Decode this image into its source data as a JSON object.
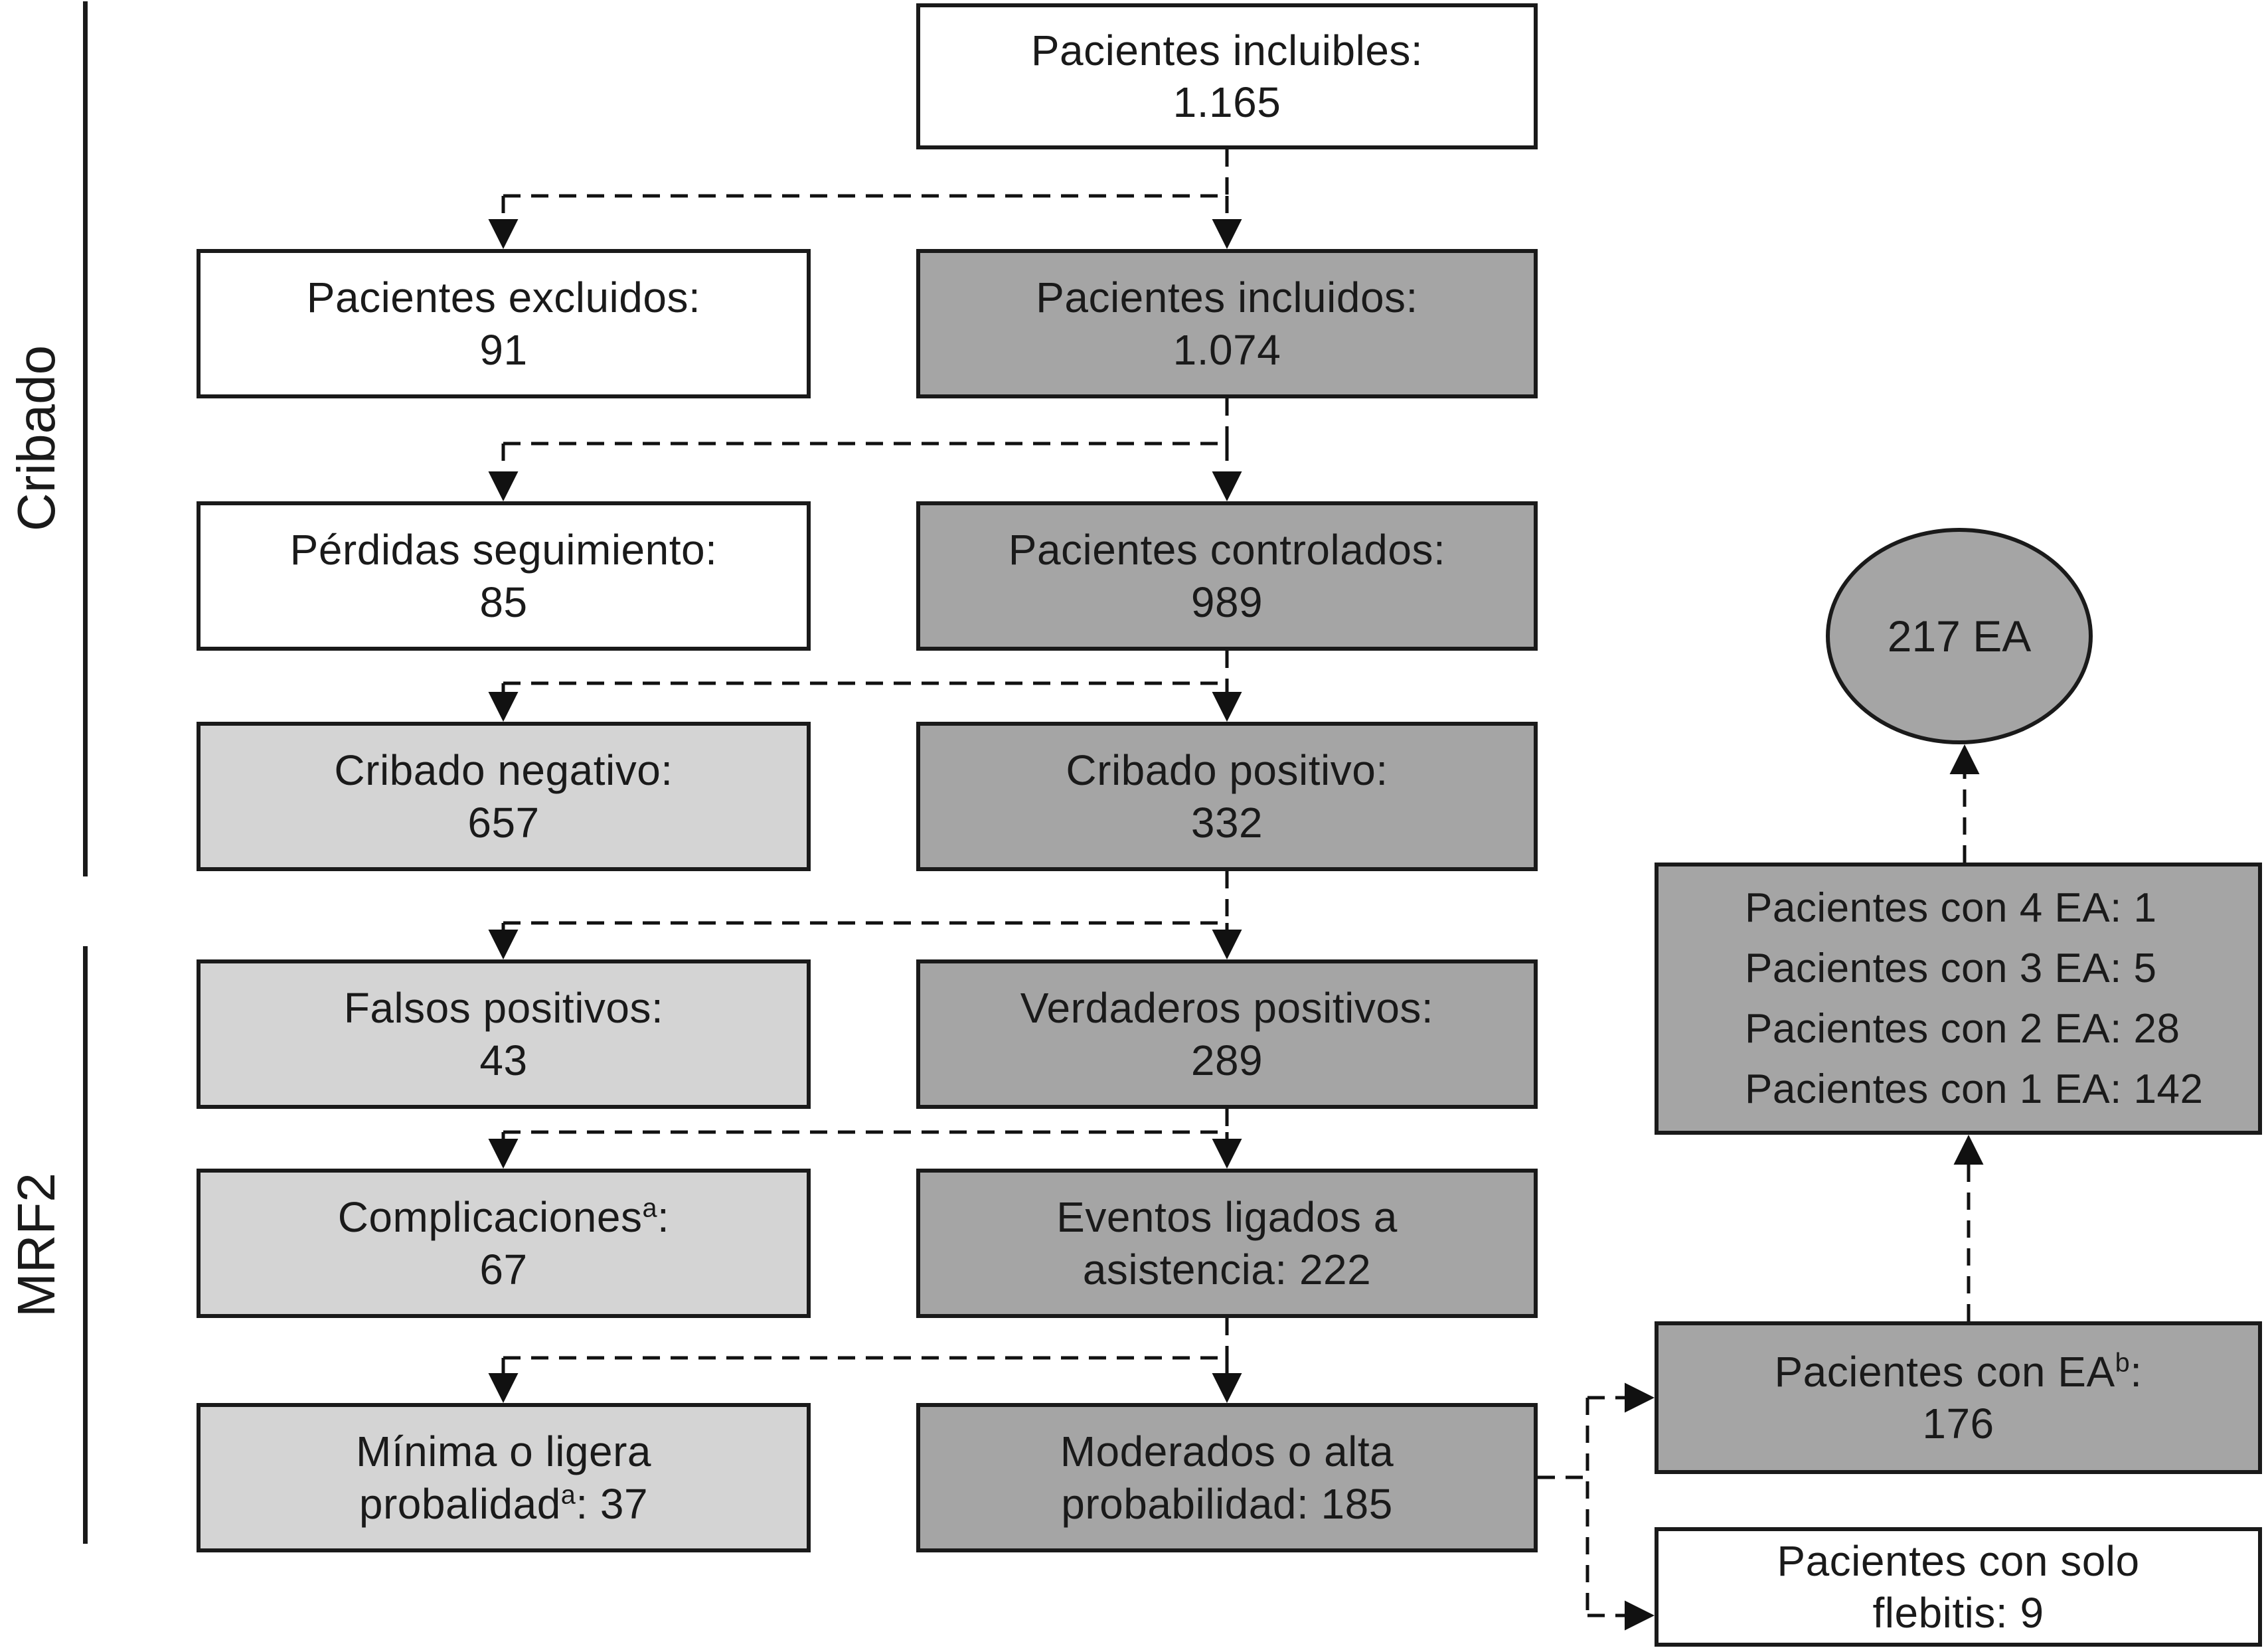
{
  "sections": [
    {
      "label": "Cribado"
    },
    {
      "label": "MRF2"
    }
  ],
  "boxes": {
    "incluibles": {
      "line1": "Pacientes incluibles:",
      "line2": "1.165"
    },
    "excluidos": {
      "line1": "Pacientes excluidos:",
      "line2": "91"
    },
    "incluidos": {
      "line1": "Pacientes incluidos:",
      "line2": "1.074"
    },
    "perdidas": {
      "line1": "Pérdidas seguimiento:",
      "line2": "85"
    },
    "controlados": {
      "line1": "Pacientes controlados:",
      "line2": "989"
    },
    "cribado_negativo": {
      "line1": "Cribado negativo:",
      "line2": "657"
    },
    "cribado_positivo": {
      "line1": "Cribado positivo:",
      "line2": "332"
    },
    "falsos_positivos": {
      "line1": "Falsos positivos:",
      "line2": "43"
    },
    "verdaderos_positivos": {
      "line1": "Verdaderos positivos:",
      "line2": "289"
    },
    "complicaciones": {
      "line1_pre": "Complicaciones",
      "line1_sup": "a",
      "line1_post": ":",
      "line2": "67"
    },
    "eventos": {
      "line1": "Eventos ligados a",
      "line2": "asistencia: 222"
    },
    "minima": {
      "line1": "Mínima o ligera",
      "line2_pre": "probalidad",
      "line2_sup": "a",
      "line2_post": ": 37"
    },
    "moderados": {
      "line1": "Moderados o alta",
      "line2": "probabilidad: 185"
    },
    "ea_total_ellipse": {
      "label": "217 EA"
    },
    "ea_counts": {
      "lines": [
        "Pacientes con 4 EA: 1",
        "Pacientes con 3 EA: 5",
        "Pacientes con 2 EA: 28",
        "Pacientes con 1 EA: 142"
      ]
    },
    "ea_pacientes": {
      "line1_pre": "Pacientes con EA",
      "line1_sup": "b",
      "line1_post": ":",
      "line2": "176"
    },
    "flebitis": {
      "line1": "Pacientes con solo",
      "line2": "flebitis: 9"
    }
  },
  "colors": {
    "box_dark": "#a5a5a5",
    "box_light": "#d4d4d4",
    "box_white": "#ffffff",
    "border": "#1a1a1a",
    "connector": "#111111"
  }
}
